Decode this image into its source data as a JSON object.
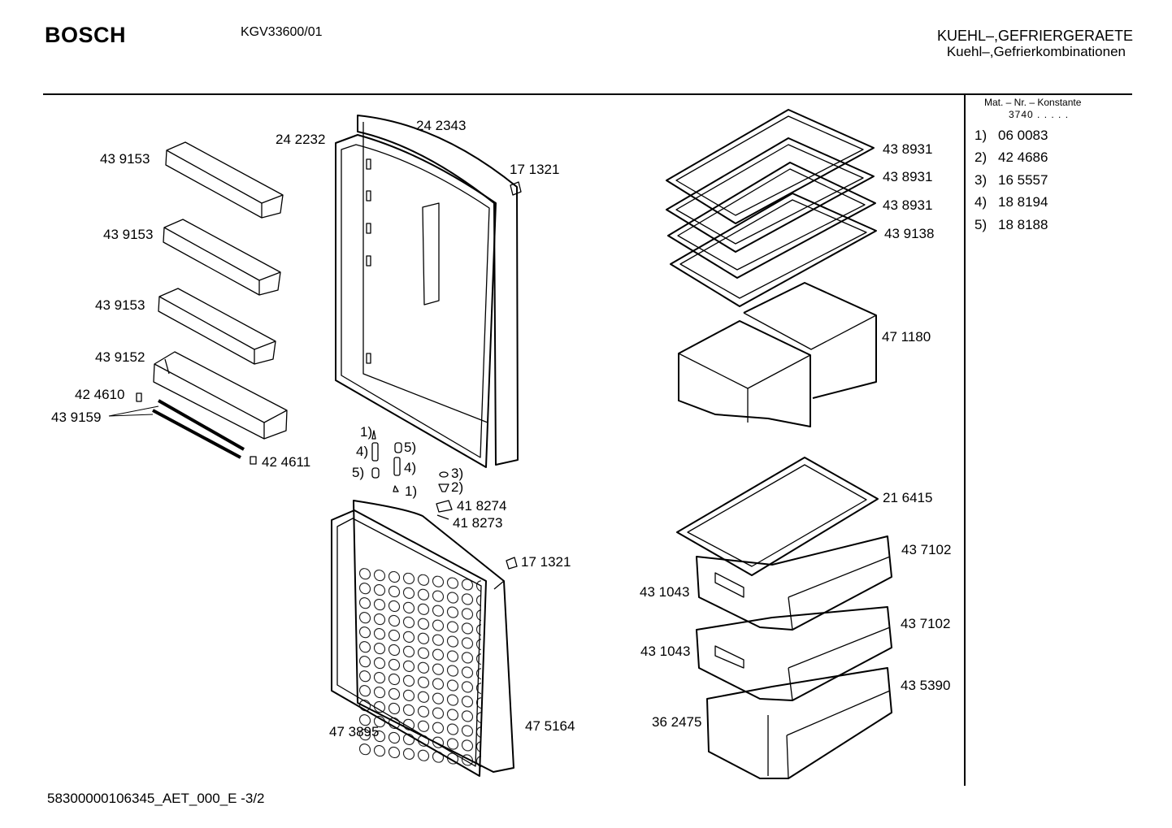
{
  "header": {
    "brand": "BOSCH",
    "model": "KGV33600/01",
    "category_line1": "KUEHL–,GEFRIERGERAETE",
    "category_line2": "Kuehl–,Gefrierkombinationen"
  },
  "sidebar": {
    "mat_header": "Mat. – Nr. – Konstante",
    "mat_const": "3740 . . . . .",
    "notes": [
      {
        "num": "1)",
        "part": "06 0083"
      },
      {
        "num": "2)",
        "part": "42 4686"
      },
      {
        "num": "3)",
        "part": "16 5557"
      },
      {
        "num": "4)",
        "part": "18 8194"
      },
      {
        "num": "5)",
        "part": "18 8188"
      }
    ]
  },
  "labels": {
    "shelf_1": "43 9153",
    "shelf_2": "43 9153",
    "shelf_3": "43 9153",
    "shelf_4": "43 9152",
    "clip_a": "42 4610",
    "strip": "43 9159",
    "clip_b": "42 4611",
    "gasket_upper": "24 2232",
    "door_upper": "24 2343",
    "cap_upper": "17 1321",
    "h1a": "1)",
    "h4a": "4)",
    "h5a": "5)",
    "h5b": "5)",
    "h4b": "4)",
    "h1b": "1)",
    "h3": "3)",
    "h2": "2)",
    "hinge_a": "41 8274",
    "hinge_b": "41 8273",
    "cap_lower": "17 1321",
    "gasket_lower": "47 3895",
    "door_lower": "47 5164",
    "glass_1": "43 8931",
    "glass_2": "43 8931",
    "glass_3": "43 8931",
    "glass_4": "43 9138",
    "crisper": "47 1180",
    "tray": "21 6415",
    "drawer_front_1": "43 7102",
    "drawer_1": "43 1043",
    "drawer_front_2": "43 7102",
    "drawer_2": "43 1043",
    "drawer_front_3": "43 5390",
    "drawer_3": "36 2475"
  },
  "footer": {
    "doc_id": "58300000106345_AET_000_E  -3/2"
  }
}
